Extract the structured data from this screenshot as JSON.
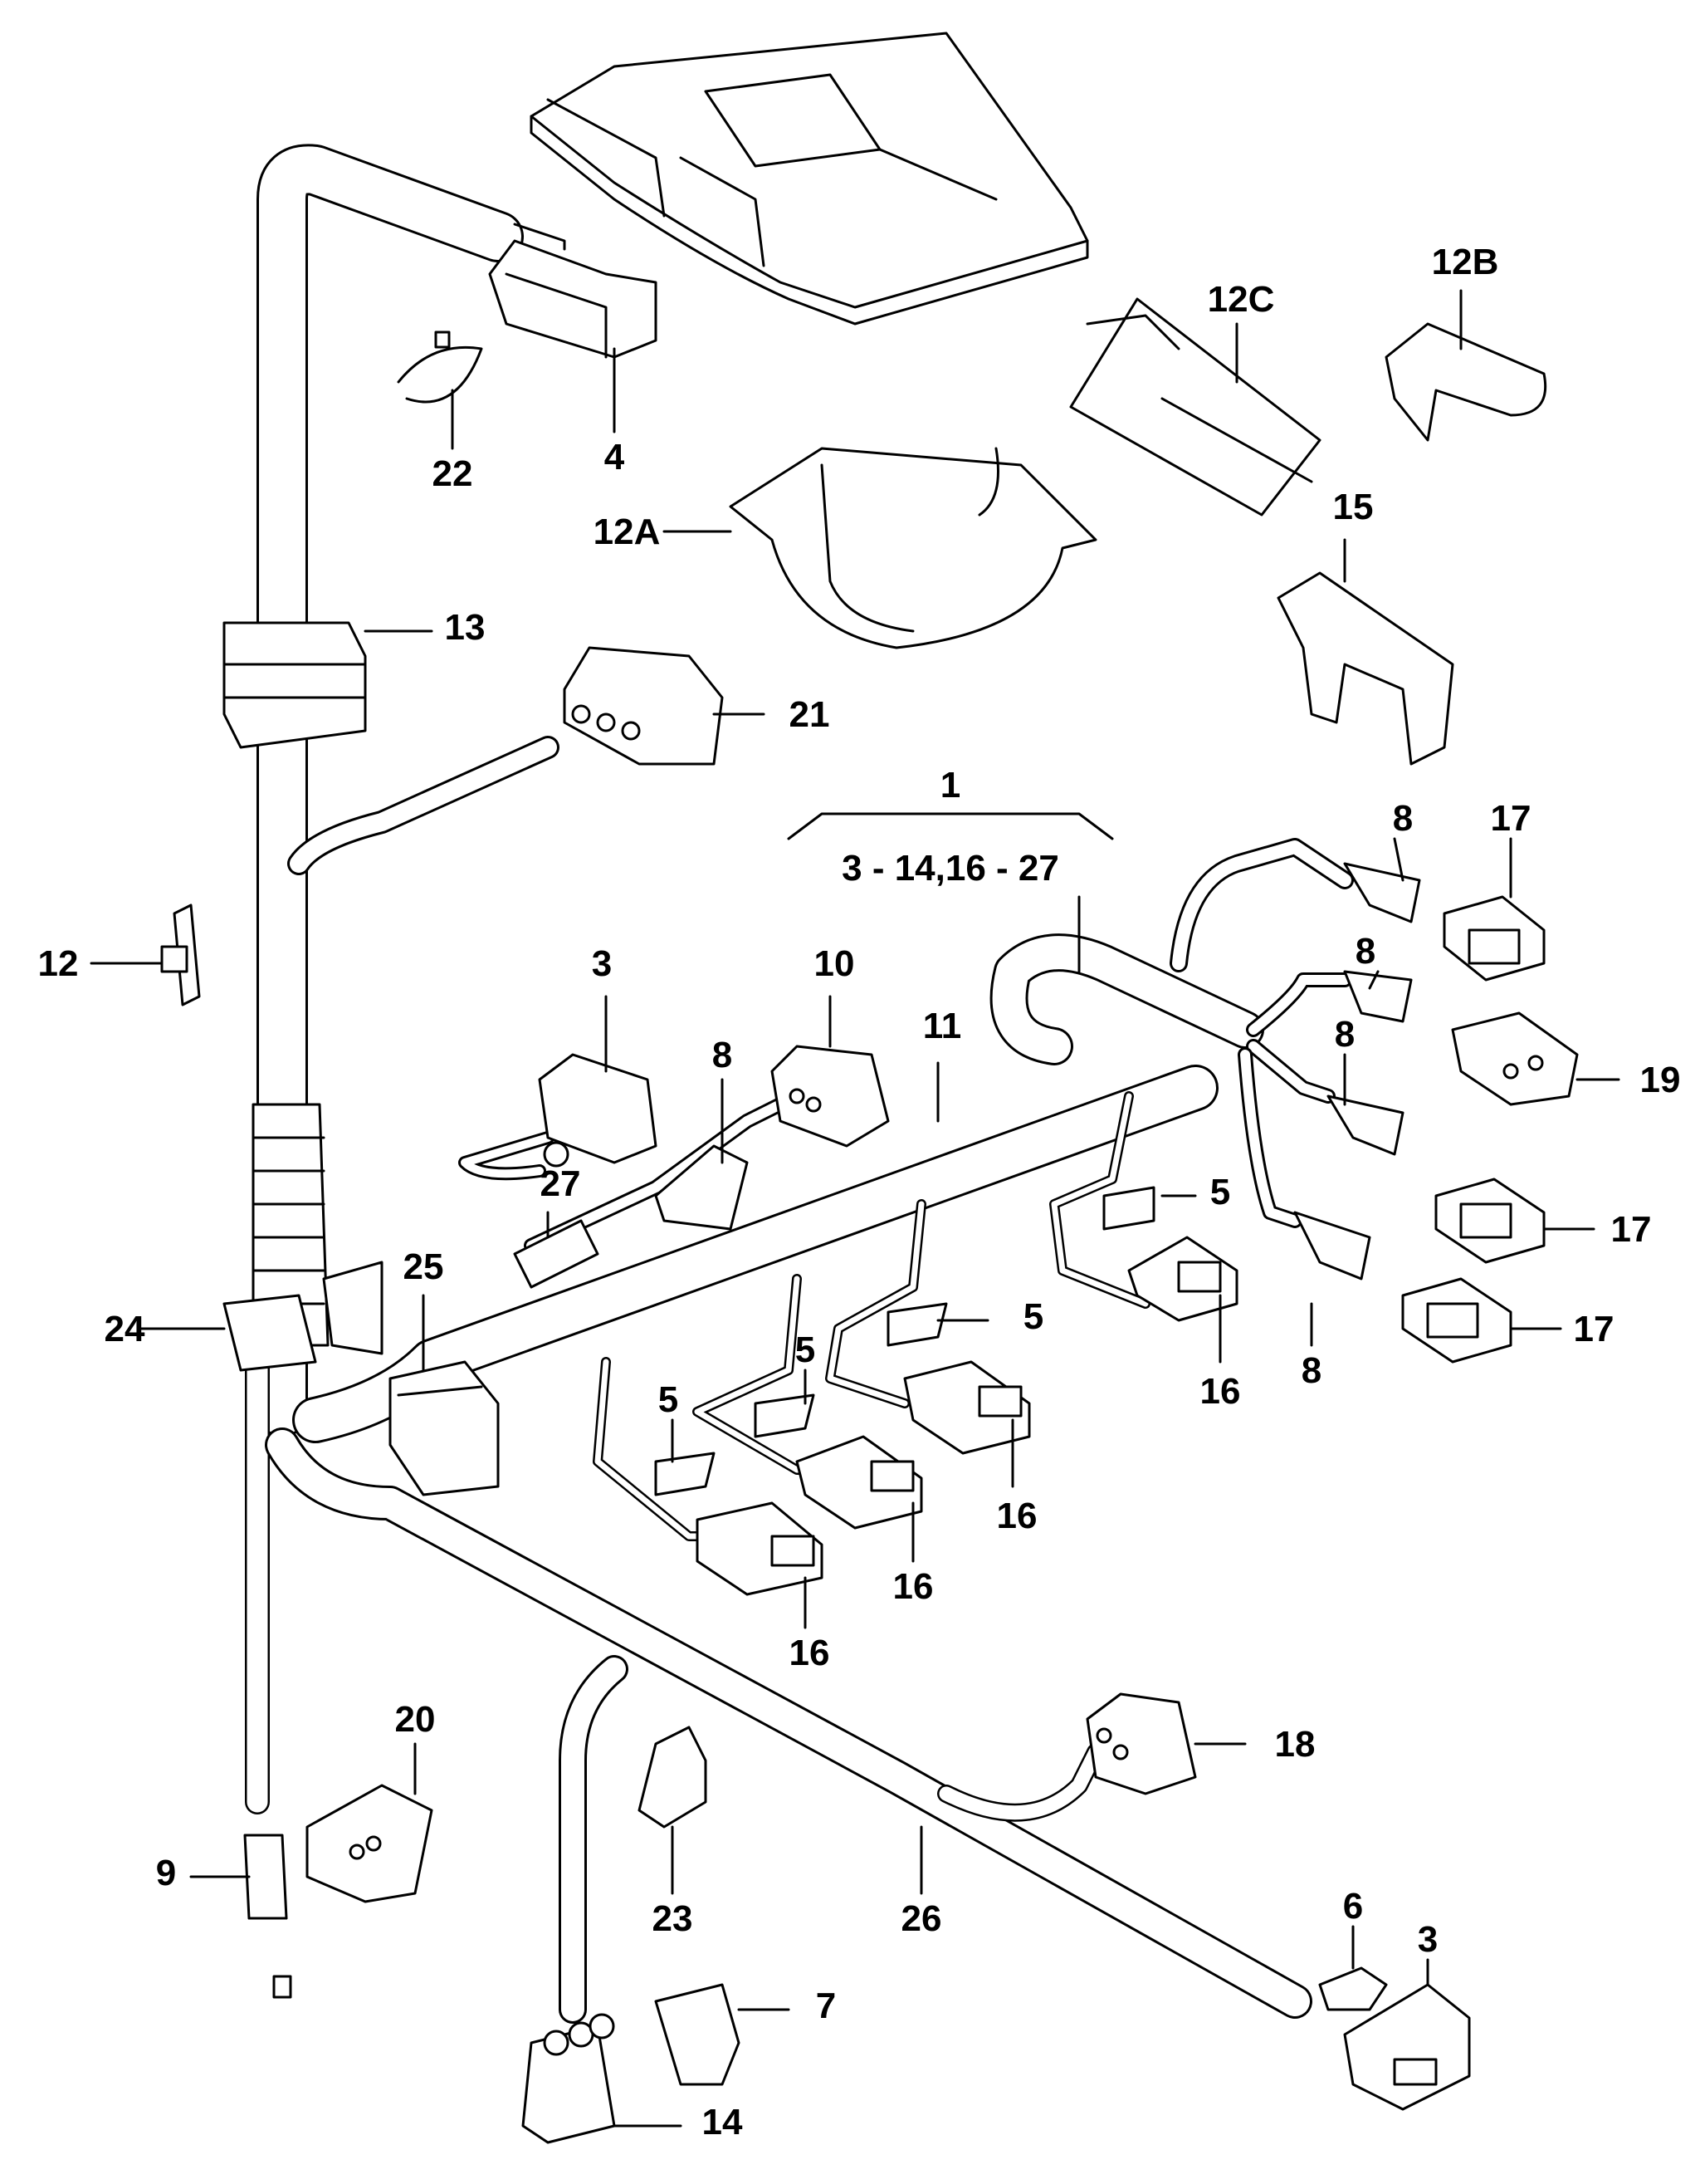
{
  "callouts": {
    "c1": "1",
    "c1_range": "3 - 14,16 - 27",
    "c3a": "3",
    "c3b": "3",
    "c4": "4",
    "c5a": "5",
    "c5b": "5",
    "c5c": "5",
    "c5d": "5",
    "c6": "6",
    "c7": "7",
    "c8a": "8",
    "c8b": "8",
    "c8c": "8",
    "c8d": "8",
    "c8e": "8",
    "c9": "9",
    "c10": "10",
    "c11": "11",
    "c12": "12",
    "c12a": "12A",
    "c12b": "12B",
    "c12c": "12C",
    "c13": "13",
    "c14": "14",
    "c15": "15",
    "c16a": "16",
    "c16b": "16",
    "c16c": "16",
    "c16d": "16",
    "c17a": "17",
    "c17b": "17",
    "c17c": "17",
    "c18": "18",
    "c19": "19",
    "c20": "20",
    "c21": "21",
    "c22": "22",
    "c23": "23",
    "c24": "24",
    "c25": "25",
    "c26": "26",
    "c27": "27"
  }
}
